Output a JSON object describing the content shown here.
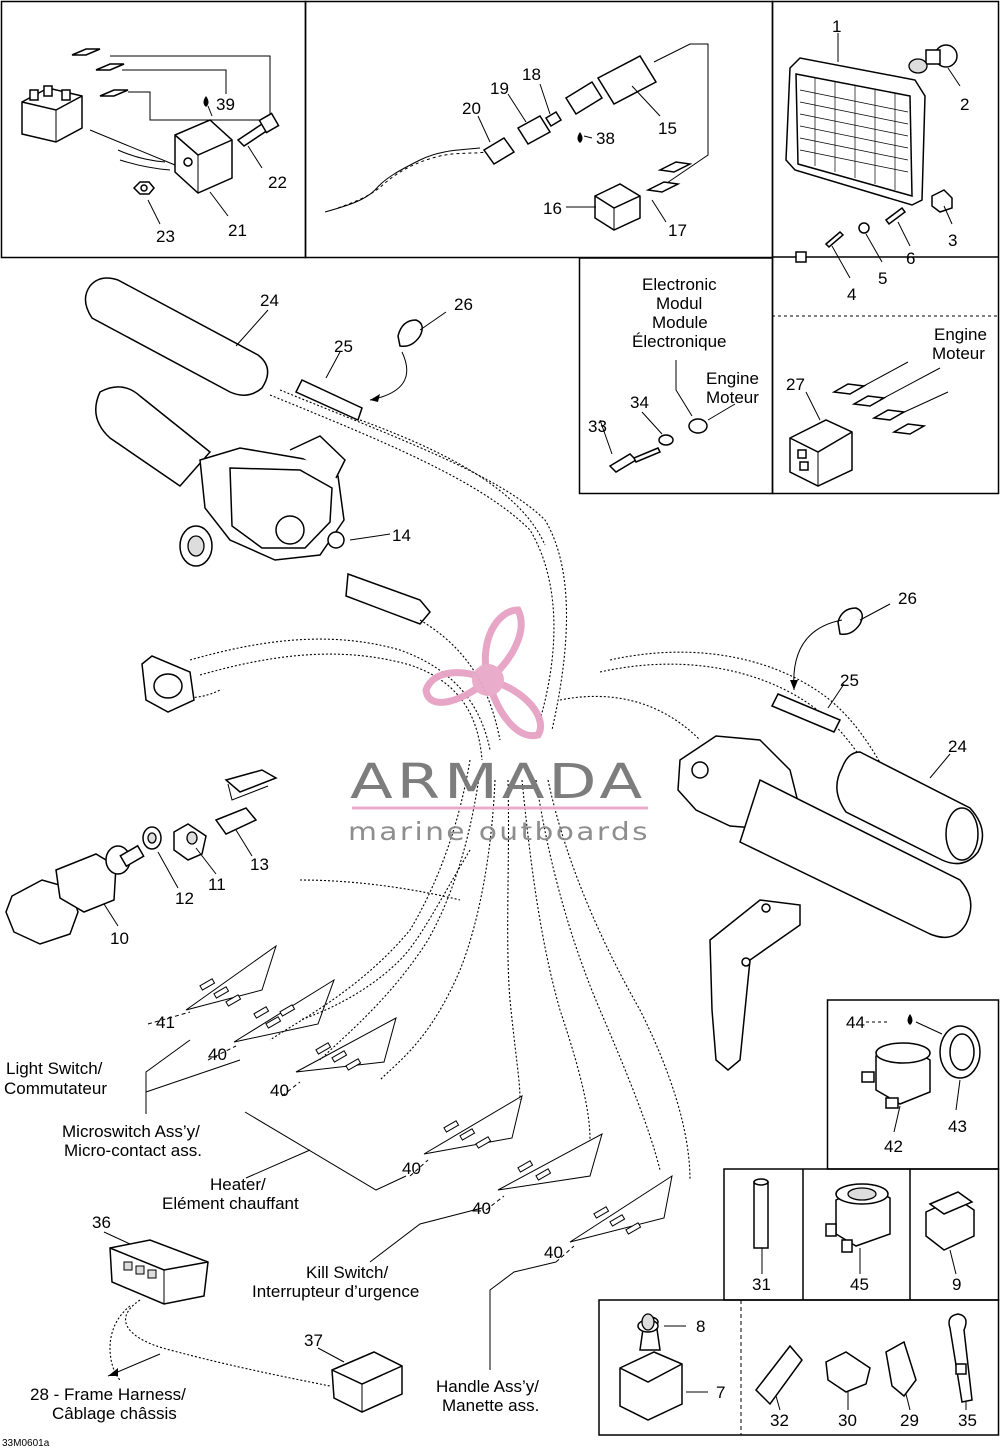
{
  "callouts": [
    "1",
    "2",
    "3",
    "4",
    "5",
    "6",
    "7",
    "8",
    "9",
    "10",
    "11",
    "12",
    "13",
    "14",
    "15",
    "16",
    "17",
    "18",
    "19",
    "20",
    "21",
    "22",
    "23",
    "24",
    "25",
    "26",
    "27",
    "29",
    "30",
    "31",
    "32",
    "33",
    "34",
    "35",
    "36",
    "37",
    "38",
    "39",
    "40",
    "41",
    "42",
    "43",
    "44",
    "45"
  ],
  "texts": {
    "electronic_module_en_1": "Electronic",
    "electronic_module_en_2": "Modul",
    "electronic_module_fr_1": "Module",
    "electronic_module_fr_2": "Électronique",
    "engine_en": "Engine",
    "engine_fr": "Moteur",
    "engine2_en": "Engine",
    "engine2_fr": "Moteur",
    "light_switch_en": "Light Switch/",
    "light_switch_fr": "Commutateur",
    "microswitch_en": "Microswitch Ass’y/",
    "microswitch_fr": "Micro-contact ass.",
    "heater_en": "Heater/",
    "heater_fr": "Elément chauffant",
    "kill_switch_en": "Kill Switch/",
    "kill_switch_fr": "Interrupteur d’urgence",
    "frame_harness_en": "28 - Frame Harness/",
    "frame_harness_fr": "Câblage châssis",
    "handle_en": "Handle Ass’y/",
    "handle_fr": "Manette ass.",
    "drawing_code": "33M0601a"
  },
  "watermark": {
    "brand": "ARMADA",
    "tagline": "marine outboards",
    "logo": "propeller-logo",
    "color": "#e8a8c8"
  }
}
